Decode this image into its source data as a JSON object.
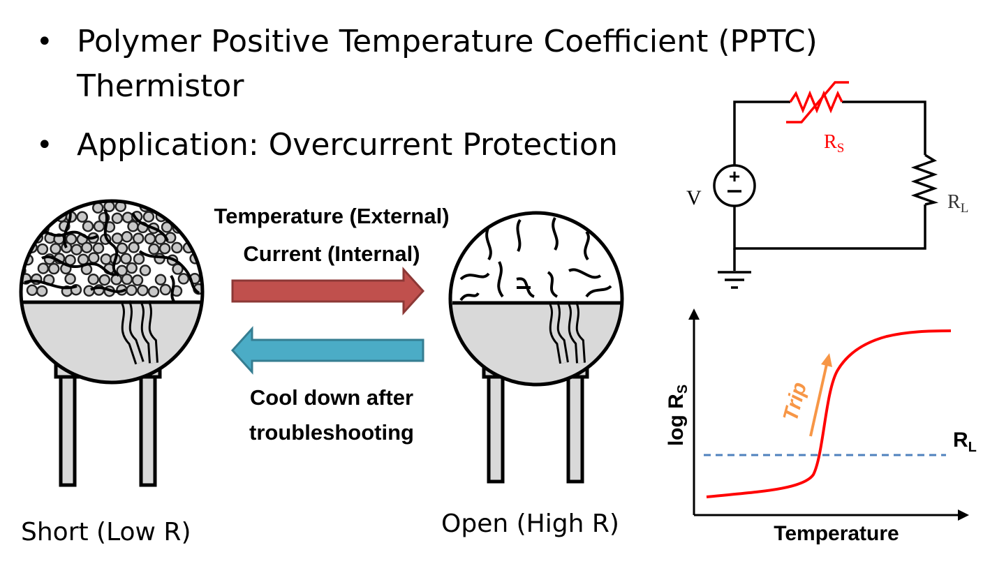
{
  "bullets": [
    {
      "line1": "Polymer Positive Temperature Coefficient (PPTC)",
      "line2": "Thermistor"
    },
    {
      "line1": "Application: Overcurrent Protection"
    }
  ],
  "transition": {
    "forward_line1": "Temperature (External)",
    "forward_line2": "Current (Internal)",
    "reverse_line1": "Cool down after",
    "reverse_line2": "troubleshooting",
    "forward_arrow_color": "#c0504d",
    "reverse_arrow_color": "#4bacc6"
  },
  "states": {
    "left_caption": "Short (Low R)",
    "right_caption": "Open (High R)"
  },
  "circuit": {
    "source_label": "V",
    "series_resistor_label": "R",
    "series_resistor_sub": "S",
    "load_resistor_label": "R",
    "load_resistor_sub": "L",
    "thermistor_color": "#ff0000"
  },
  "graph": {
    "ylabel": "log R",
    "ylabel_sub": "S",
    "xlabel": "Temperature",
    "threshold_label": "R",
    "threshold_sub": "L",
    "trip_label": "Trip",
    "curve_color": "#ff0000",
    "threshold_color": "#4f81bd",
    "trip_color": "#f79646"
  }
}
